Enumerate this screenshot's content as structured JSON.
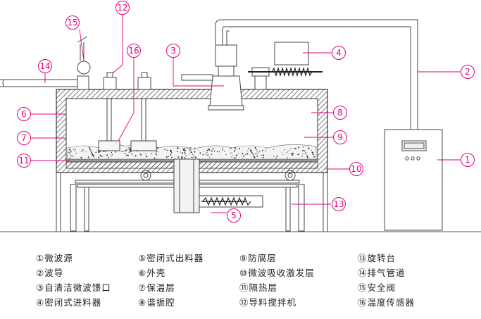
{
  "callouts": [
    {
      "num": "1",
      "glyph": "①"
    },
    {
      "num": "2",
      "glyph": "②"
    },
    {
      "num": "3",
      "glyph": "③"
    },
    {
      "num": "4",
      "glyph": "④"
    },
    {
      "num": "5",
      "glyph": "⑤"
    },
    {
      "num": "6",
      "glyph": "⑥"
    },
    {
      "num": "7",
      "glyph": "⑦"
    },
    {
      "num": "8",
      "glyph": "⑧"
    },
    {
      "num": "9",
      "glyph": "⑨"
    },
    {
      "num": "10",
      "glyph": "⑩"
    },
    {
      "num": "11",
      "glyph": "⑪"
    },
    {
      "num": "12",
      "glyph": "⑫"
    },
    {
      "num": "13",
      "glyph": "⑬"
    },
    {
      "num": "14",
      "glyph": "⑭"
    },
    {
      "num": "15",
      "glyph": "⑮"
    },
    {
      "num": "16",
      "glyph": "⑯"
    }
  ],
  "legend": [
    "①微波源",
    "②波导",
    "③自清洁微波馈口",
    "④密闭式进料器",
    "⑤密闭式出料器",
    "⑥外壳",
    "⑦保温层",
    "⑧谐振腔",
    "⑨防腐层",
    "⑩微波吸收激发层",
    "⑪隔热层",
    "⑫导料搅拌机",
    "⑬旋转台",
    "⑭排气管道",
    "⑮安全阀",
    "⑯温度传感器"
  ],
  "colors": {
    "callout": "#e4007f",
    "line": "#333333",
    "hatch": "#444444"
  }
}
